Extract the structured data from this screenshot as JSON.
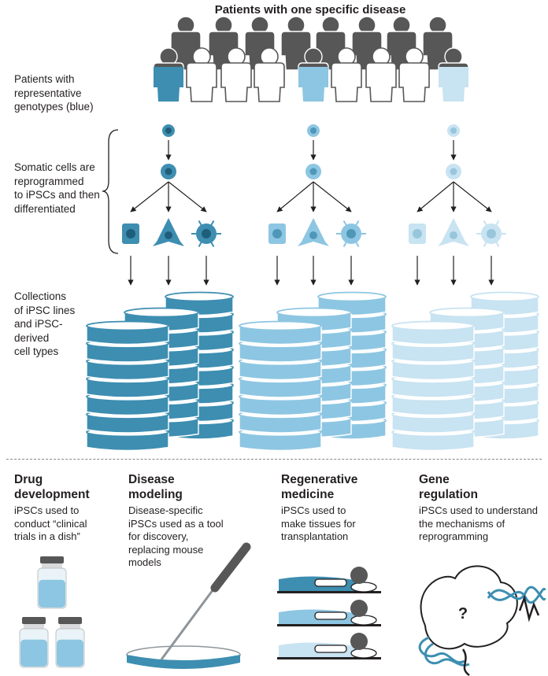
{
  "title": "Patients with one specific disease",
  "labels": {
    "representative": [
      "Patients with",
      "representative",
      "genotypes (blue)"
    ],
    "reprogrammed": [
      "Somatic cells are",
      "reprogrammed",
      "to iPSCs and then",
      "differentiated"
    ],
    "collections": [
      "Collections",
      "of iPSC lines",
      "and iPSC-",
      "derived",
      "cell types"
    ]
  },
  "colors": {
    "dark_blue": "#3d8eb1",
    "mid_blue": "#8dc6e2",
    "light_blue": "#c8e3f1",
    "patient_gray": "#575757",
    "question_mark": "?"
  },
  "applications": [
    {
      "heading": [
        "Drug",
        "development"
      ],
      "description": [
        "iPSCs used to",
        "conduct “clinical",
        "trials in a dish”"
      ],
      "icon": "vials-icon"
    },
    {
      "heading": [
        "Disease",
        "modeling"
      ],
      "description": [
        "Disease-specific",
        "iPSCs used as a tool",
        "for discovery,",
        "replacing mouse",
        "models"
      ],
      "icon": "pipette-dish-icon"
    },
    {
      "heading": [
        "Regenerative",
        "medicine"
      ],
      "description": [
        "iPSCs used to",
        "make tissues for",
        "transplantation"
      ],
      "icon": "patients-in-bed-icon"
    },
    {
      "heading": [
        "Gene",
        "regulation"
      ],
      "description": [
        "iPSCs used to understand",
        "the mechanisms of",
        "reprogramming"
      ],
      "icon": "dna-chromatin-icon"
    }
  ]
}
